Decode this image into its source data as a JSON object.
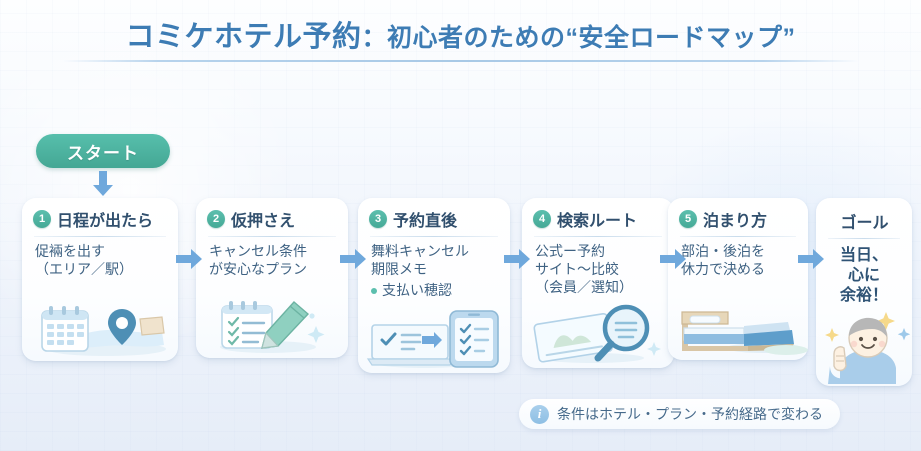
{
  "header": {
    "title_main": "コミケホテル予約",
    "title_sep": "：",
    "title_sub": "初心者のための“安全ロードマップ”"
  },
  "start_badge": {
    "label": "スタート",
    "color": "#49ab98"
  },
  "theme": {
    "accent_teal": "#4db6a4",
    "accent_blue": "#6fa8dc",
    "title_blue": "#3d7cb4",
    "text_slate": "#3f6283",
    "card_bg": "#ffffff",
    "page_bg": "#eef3fb"
  },
  "steps": [
    {
      "number": "1",
      "title": "日程が出たら",
      "lines": [
        "促裲を出す",
        "（エリア／駅）"
      ],
      "bullet": null,
      "icon": "calendar-map-icon"
    },
    {
      "number": "2",
      "title": "仮押さえ",
      "lines": [
        "キャンセル条件",
        "が安心なプラン"
      ],
      "bullet": null,
      "icon": "checklist-pencil-icon"
    },
    {
      "number": "3",
      "title": "予約直後",
      "lines": [
        "舞料キャンセル",
        "期限メモ"
      ],
      "bullet": "支払い穂認",
      "icon": "laptop-phone-icon"
    },
    {
      "number": "4",
      "title": "検索ルート",
      "lines": [
        "公式ー予約",
        "サイト～比皎",
        "（会員／選知）"
      ],
      "bullet": null,
      "icon": "magnifier-card-icon"
    },
    {
      "number": "5",
      "title": "泊まり方",
      "lines": [
        "部泊・後泊を",
        "休力で決める"
      ],
      "bullet": null,
      "icon": "bed-icon"
    }
  ],
  "goal": {
    "title": "ゴール",
    "lines": [
      "当日、",
      "心に",
      "余裕！"
    ],
    "icon": "cheering-person-icon"
  },
  "footer_note": {
    "icon": "info-icon",
    "icon_glyph": "i",
    "text": "条件はホテル・プラン・予約経路で変わる"
  },
  "arrows": {
    "down_icon": "arrow-down-icon",
    "right_icon": "arrow-right-icon",
    "count": 5
  }
}
